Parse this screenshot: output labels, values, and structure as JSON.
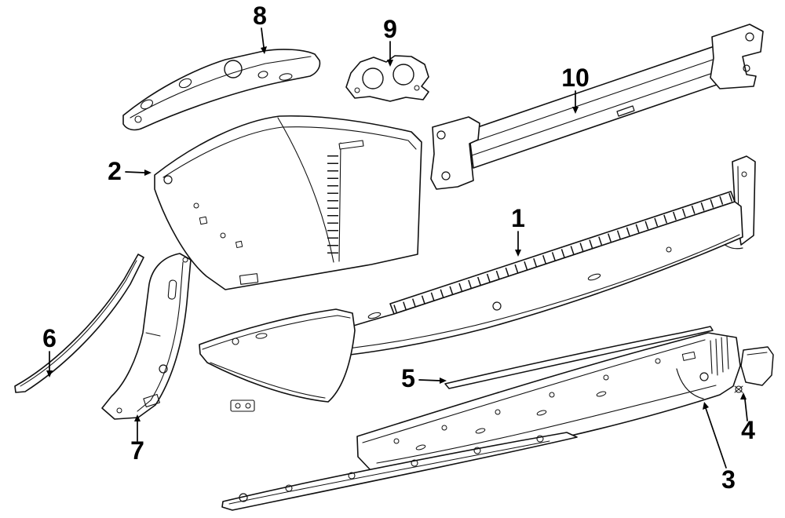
{
  "diagram": {
    "kind": "exploded-parts-line-drawing",
    "background_color": "#ffffff",
    "line_color": "#111111",
    "label_color": "#000000",
    "callouts": [
      {
        "label": "1"
      },
      {
        "label": "2"
      },
      {
        "label": "3"
      },
      {
        "label": "4"
      },
      {
        "label": "5"
      },
      {
        "label": "6"
      },
      {
        "label": "7"
      },
      {
        "label": "8"
      },
      {
        "label": "9"
      },
      {
        "label": "10"
      }
    ]
  }
}
